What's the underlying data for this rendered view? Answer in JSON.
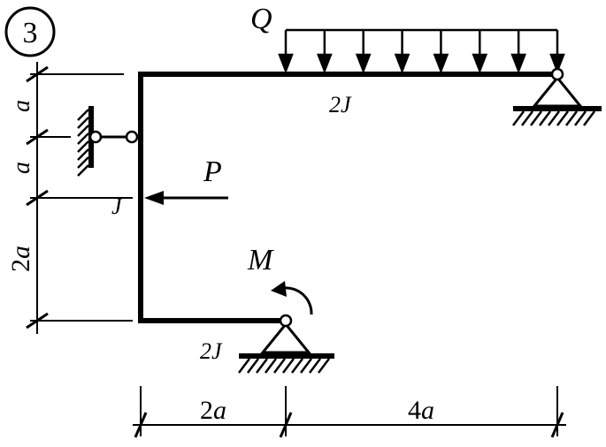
{
  "problem_number": "3",
  "loads": {
    "distributed": "Q",
    "force": "P",
    "moment": "M"
  },
  "stiffness": {
    "top_beam": "2J",
    "column": "J",
    "bottom_beam": "2J"
  },
  "dimensions": {
    "left": [
      {
        "coef": "",
        "var": "a"
      },
      {
        "coef": "",
        "var": "a"
      },
      {
        "coef": "2",
        "var": "a"
      }
    ],
    "bottom": [
      {
        "coef": "2",
        "var": "a"
      },
      {
        "coef": "4",
        "var": "a"
      }
    ]
  }
}
